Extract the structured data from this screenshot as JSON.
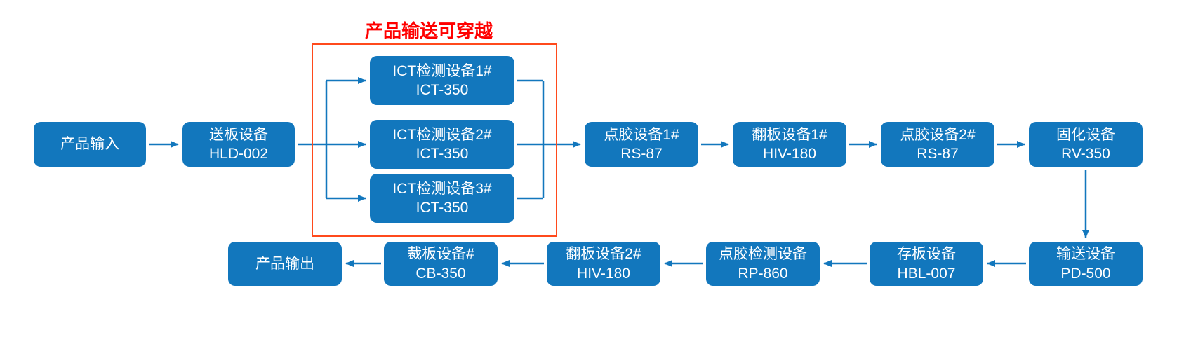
{
  "callout": {
    "label": "产品输送可穿越"
  },
  "colors": {
    "box": "#1277BD",
    "arrow": "#1277BD",
    "callout_text": "#FF0000",
    "callout_border": "#FF4A1C",
    "box_text": "#FFFFFF",
    "background": "#FFFFFF"
  },
  "nodes": {
    "input": {
      "line1": "产品输入"
    },
    "feeder": {
      "line1": "送板设备",
      "line2": "HLD-002"
    },
    "ict1": {
      "line1": "ICT检测设备1#",
      "line2": "ICT-350"
    },
    "ict2": {
      "line1": "ICT检测设备2#",
      "line2": "ICT-350"
    },
    "ict3": {
      "line1": "ICT检测设备3#",
      "line2": "ICT-350"
    },
    "glue1": {
      "line1": "点胶设备1#",
      "line2": "RS-87"
    },
    "flip1": {
      "line1": "翻板设备1#",
      "line2": "HIV-180"
    },
    "glue2": {
      "line1": "点胶设备2#",
      "line2": "RS-87"
    },
    "cure": {
      "line1": "固化设备",
      "line2": "RV-350"
    },
    "convey": {
      "line1": "输送设备",
      "line2": "PD-500"
    },
    "store": {
      "line1": "存板设备",
      "line2": "HBL-007"
    },
    "inspect": {
      "line1": "点胶检测设备",
      "line2": "RP-860"
    },
    "flip2": {
      "line1": "翻板设备2#",
      "line2": "HIV-180"
    },
    "cut": {
      "line1": "裁板设备#",
      "line2": "CB-350"
    },
    "output": {
      "line1": "产品输出"
    }
  }
}
